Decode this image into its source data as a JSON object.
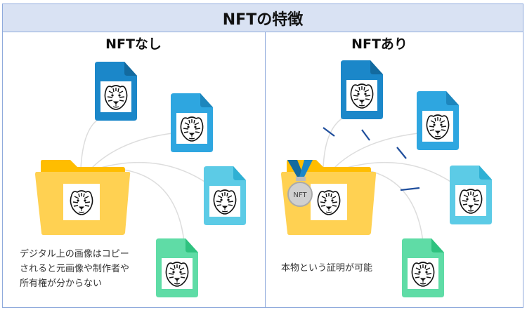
{
  "header": {
    "title": "NFTの特徴"
  },
  "left": {
    "title": "NFTなし",
    "caption_lines": [
      "デジタル上の画像はコピー",
      "されると元画像や制作者や",
      "所有権が分からない"
    ]
  },
  "right": {
    "title": "NFTあり",
    "caption": "本物という証明が可能",
    "medal_label": "NFT"
  },
  "colors": {
    "doc1": "#1b87c9",
    "doc2": "#2ea6e0",
    "doc3": "#5ccbe6",
    "doc4": "#5fdca6",
    "folder": "#ffd152",
    "folder_tab": "#ffbd00",
    "dash": "#1f4e9c"
  }
}
